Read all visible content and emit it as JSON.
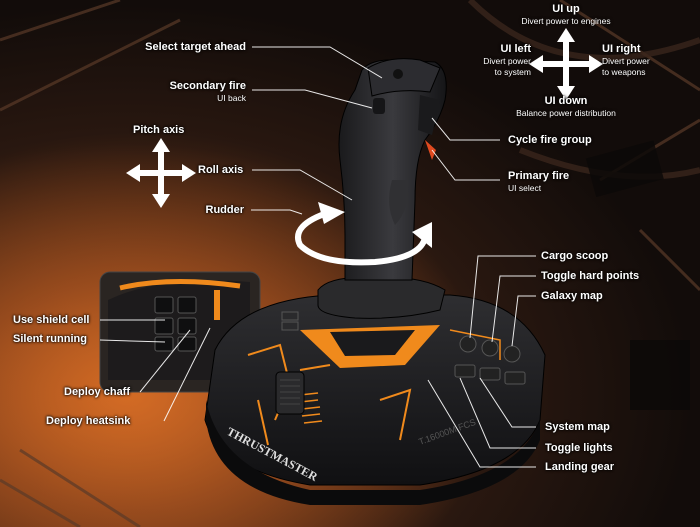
{
  "brand": "THRUSTMASTER",
  "model": "T.16000M FCS",
  "labels": {
    "select_target": "Select target ahead",
    "secondary_fire": "Secondary fire",
    "secondary_fire_sub": "UI back",
    "pitch_axis": "Pitch axis",
    "roll_axis": "Roll axis",
    "rudder": "Rudder",
    "use_shield_cell": "Use shield cell",
    "silent_running": "Silent running",
    "deploy_chaff": "Deploy chaff",
    "deploy_heatsink": "Deploy heatsink",
    "ui_up": "UI up",
    "ui_up_sub": "Divert power to engines",
    "ui_left": "UI left",
    "ui_left_sub1": "Divert power",
    "ui_left_sub2": "to system",
    "ui_right": "UI right",
    "ui_right_sub1": "Divert power",
    "ui_right_sub2": "to weapons",
    "ui_down": "UI down",
    "ui_down_sub": "Balance power distribution",
    "cycle_fire_group": "Cycle fire group",
    "primary_fire": "Primary fire",
    "primary_fire_sub": "UI select",
    "cargo_scoop": "Cargo scoop",
    "toggle_hard_points": "Toggle hard points",
    "galaxy_map": "Galaxy map",
    "system_map": "System map",
    "toggle_lights": "Toggle lights",
    "landing_gear": "Landing gear"
  },
  "colors": {
    "accent": "#f08a1c",
    "body": "#1c1c1e",
    "text": "#ffffff"
  }
}
